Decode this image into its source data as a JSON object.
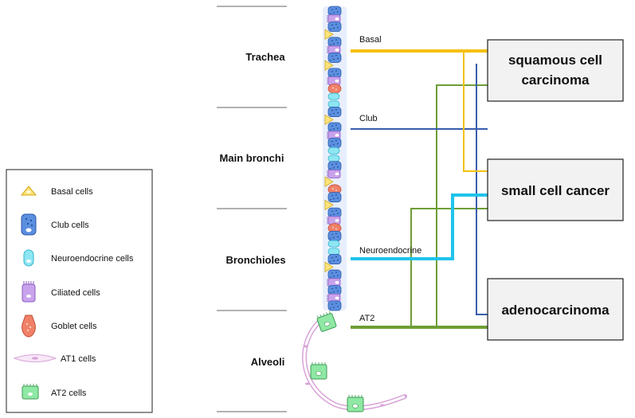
{
  "regions": [
    "Trachea",
    "Main bronchi",
    "Bronchioles",
    "Alveoli"
  ],
  "branches": {
    "basal": "Basal",
    "club": "Club",
    "neuroendocrine": "Neuroendocrine",
    "at2": "AT2"
  },
  "cancers": {
    "squamous_line1": "squamous cell",
    "squamous_line2": "carcinoma",
    "small_cell": "small cell cancer",
    "adeno": "adenocarcinoma"
  },
  "legend": [
    {
      "label": "Basal cells",
      "icon": "basal-cell-icon"
    },
    {
      "label": "Club cells",
      "icon": "club-cell-icon"
    },
    {
      "label": "Neuroendocrine  cells",
      "icon": "neuroendocrine-cell-icon"
    },
    {
      "label": "Ciliated cells",
      "icon": "ciliated-cell-icon"
    },
    {
      "label": "Goblet cells",
      "icon": "goblet-cell-icon"
    },
    {
      "label": "AT1 cells",
      "icon": "at1-cell-icon"
    },
    {
      "label": "AT2 cells",
      "icon": "at2-cell-icon"
    }
  ],
  "colors": {
    "basal": "#f5c011",
    "club": "#3a5cad",
    "neuroendocrine": "#1fc4ec",
    "at2": "#6d9e35",
    "basal_cell_fill": "#fde47a",
    "club_cell_fill": "#5b8fe0",
    "neuro_cell_fill": "#8ee6f2",
    "ciliated_cell_fill": "#c9a2ec",
    "goblet_cell_fill": "#f08068",
    "at2_cell_fill": "#8fe8a4",
    "at1_cell_stroke": "#d9a4d9",
    "box_fill": "#f2f2f2"
  }
}
